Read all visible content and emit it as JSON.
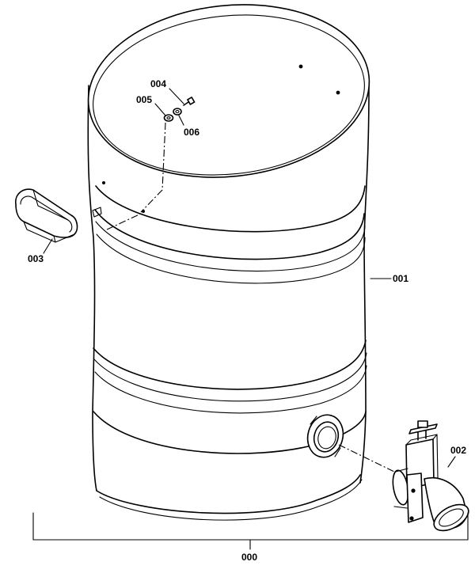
{
  "diagram": {
    "callouts": {
      "assembly": "000",
      "drum": "001",
      "valve": "002",
      "handle": "003",
      "bolt": "004",
      "washer": "005",
      "nut": "006"
    },
    "colors": {
      "ink": "#000000",
      "paper": "#ffffff"
    }
  }
}
